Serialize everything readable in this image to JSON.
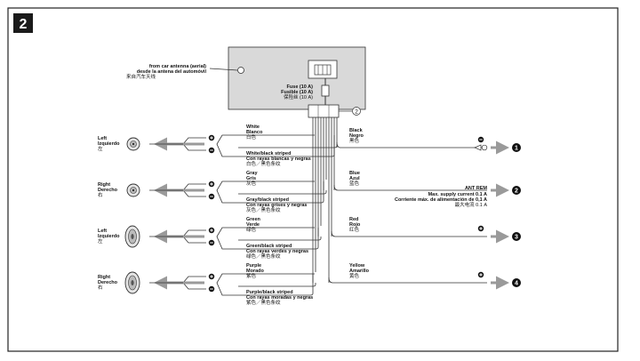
{
  "section_number": "2",
  "antenna_label": [
    "from car antenna (aerial)",
    "desde la antena del automóvil",
    "来自汽车天线"
  ],
  "fuse_label": [
    "Fuse (10 A)",
    "Fusible (10 A)",
    "保险丝 (10 A)"
  ],
  "connector_callout": "2",
  "speakers": [
    {
      "side": [
        "Left",
        "Izquierdo",
        "左"
      ],
      "plus_wire": [
        "White",
        "Blanco",
        "白色"
      ],
      "minus_wire": [
        "White/black striped",
        "Con rayas blancas y negras",
        "白色／黑色条纹"
      ]
    },
    {
      "side": [
        "Right",
        "Derecho",
        "右"
      ],
      "plus_wire": [
        "Gray",
        "Gris",
        "灰色"
      ],
      "minus_wire": [
        "Gray/black striped",
        "Con rayas grises y negras",
        "灰色／黑色条纹"
      ]
    },
    {
      "side": [
        "Left",
        "Izquierdo",
        "左"
      ],
      "plus_wire": [
        "Green",
        "Verde",
        "绿色"
      ],
      "minus_wire": [
        "Green/black striped",
        "Con rayas verdes y negras",
        "绿色／黑色条纹"
      ]
    },
    {
      "side": [
        "Right",
        "Derecho",
        "右"
      ],
      "plus_wire": [
        "Purple",
        "Morado",
        "紫色"
      ],
      "minus_wire": [
        "Purple/black striped",
        "Con rayas moradas y negras",
        "紫色／黑色条纹"
      ]
    }
  ],
  "outputs": [
    {
      "wire": [
        "Black",
        "Negro",
        "黑色"
      ],
      "polarity": "minus",
      "num": "1"
    },
    {
      "wire": [
        "Blue",
        "Azul",
        "蓝色"
      ],
      "polarity": "none",
      "num": "2",
      "extra": [
        "ANT REM",
        "Max. supply current 0.1 A",
        "Corriente máx. de alimentación de 0,1 A",
        "最大电流 0.1 A"
      ]
    },
    {
      "wire": [
        "Red",
        "Rojo",
        "红色"
      ],
      "polarity": "plus",
      "num": "3"
    },
    {
      "wire": [
        "Yellow",
        "Amarillo",
        "黄色"
      ],
      "polarity": "plus",
      "num": "4"
    }
  ]
}
